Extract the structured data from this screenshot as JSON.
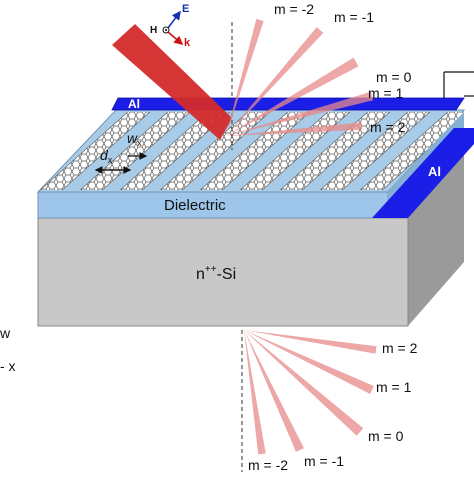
{
  "labels": {
    "polarization": "H",
    "e_field": "E",
    "k_vector": "k",
    "dx": "d",
    "dx_sub": "x",
    "wx": "w",
    "wx_sub": "x",
    "al_top": "Al",
    "al_side": "Al",
    "dielectric": "Dielectric",
    "substrate": "n",
    "substrate_sup": "++",
    "substrate_suffix": "-Si",
    "left_w": "w",
    "left_x": "- x"
  },
  "reflected_orders": [
    {
      "m": "m = -2"
    },
    {
      "m": "m = -1"
    },
    {
      "m": "m = 0"
    },
    {
      "m": "m = 1"
    },
    {
      "m": "m = 2"
    }
  ],
  "transmitted_orders": [
    {
      "m": "m = 2"
    },
    {
      "m": "m = 1"
    },
    {
      "m": "m = 0"
    },
    {
      "m": "m = -1"
    },
    {
      "m": "m = -2"
    }
  ],
  "colors": {
    "incident_beam": "#d42a2a",
    "diffracted_beam": "#e88a8a",
    "aluminum": "#1a1ee6",
    "dielectric_top": "#a8cce8",
    "dielectric_front": "#9ec6ea",
    "graphene_fill": "#ffffff",
    "graphene_line": "#555555",
    "substrate_front": "#c8c8c8",
    "substrate_top": "#d9d9d9",
    "substrate_side": "#9a9a9a",
    "k_arrow": "#cc1111",
    "e_arrow": "#1530b0"
  }
}
